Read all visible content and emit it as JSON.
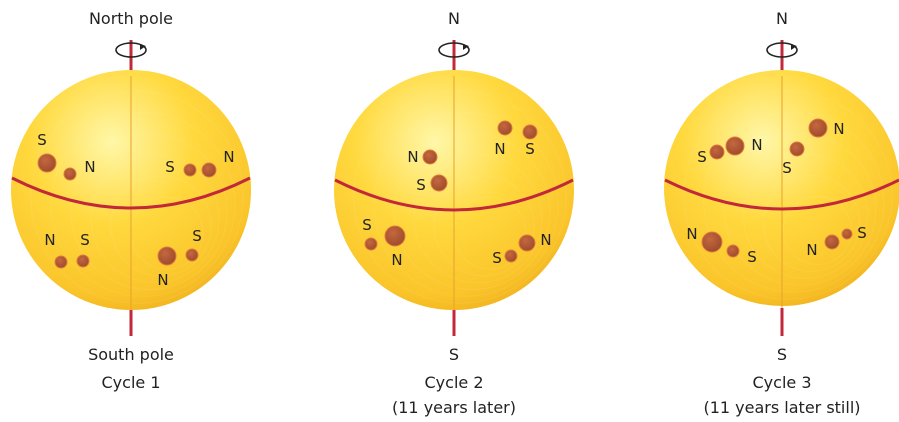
{
  "colors": {
    "sun_light": "#fff6a0",
    "sun_mid": "#ffd23a",
    "sun_dark": "#f2b51c",
    "equator": "#c2283a",
    "axis": "#c2283a",
    "spot": "#b35a36",
    "spot_stroke": "#e07a3a",
    "text": "#222222"
  },
  "panels": [
    {
      "top_label": "North pole",
      "bottom_label": "South pole",
      "caption_1": "Cycle 1",
      "caption_2": "",
      "spot_groups": [
        {
          "hemisphere": "northern",
          "leading": "S",
          "trailing": "N"
        },
        {
          "hemisphere": "northern",
          "leading": "S",
          "trailing": "N"
        },
        {
          "hemisphere": "southern",
          "leading": "N",
          "trailing": "S"
        },
        {
          "hemisphere": "southern",
          "leading": "N",
          "trailing": "S"
        }
      ]
    },
    {
      "top_label": "N",
      "bottom_label": "S",
      "caption_1": "Cycle 2",
      "caption_2": "(11 years later)",
      "spot_groups": [
        {
          "hemisphere": "northern",
          "leading": "N",
          "trailing": "S"
        },
        {
          "hemisphere": "northern",
          "leading": "N",
          "trailing": "S"
        },
        {
          "hemisphere": "southern",
          "leading": "S",
          "trailing": "N"
        },
        {
          "hemisphere": "southern",
          "leading": "S",
          "trailing": "N"
        }
      ]
    },
    {
      "top_label": "N",
      "bottom_label": "S",
      "caption_1": "Cycle 3",
      "caption_2": "(11 years later still)",
      "spot_groups": [
        {
          "hemisphere": "northern",
          "leading": "S",
          "trailing": "N"
        },
        {
          "hemisphere": "northern",
          "leading": "S",
          "trailing": "N"
        },
        {
          "hemisphere": "southern",
          "leading": "N",
          "trailing": "S"
        },
        {
          "hemisphere": "southern",
          "leading": "N",
          "trailing": "S"
        }
      ]
    }
  ]
}
